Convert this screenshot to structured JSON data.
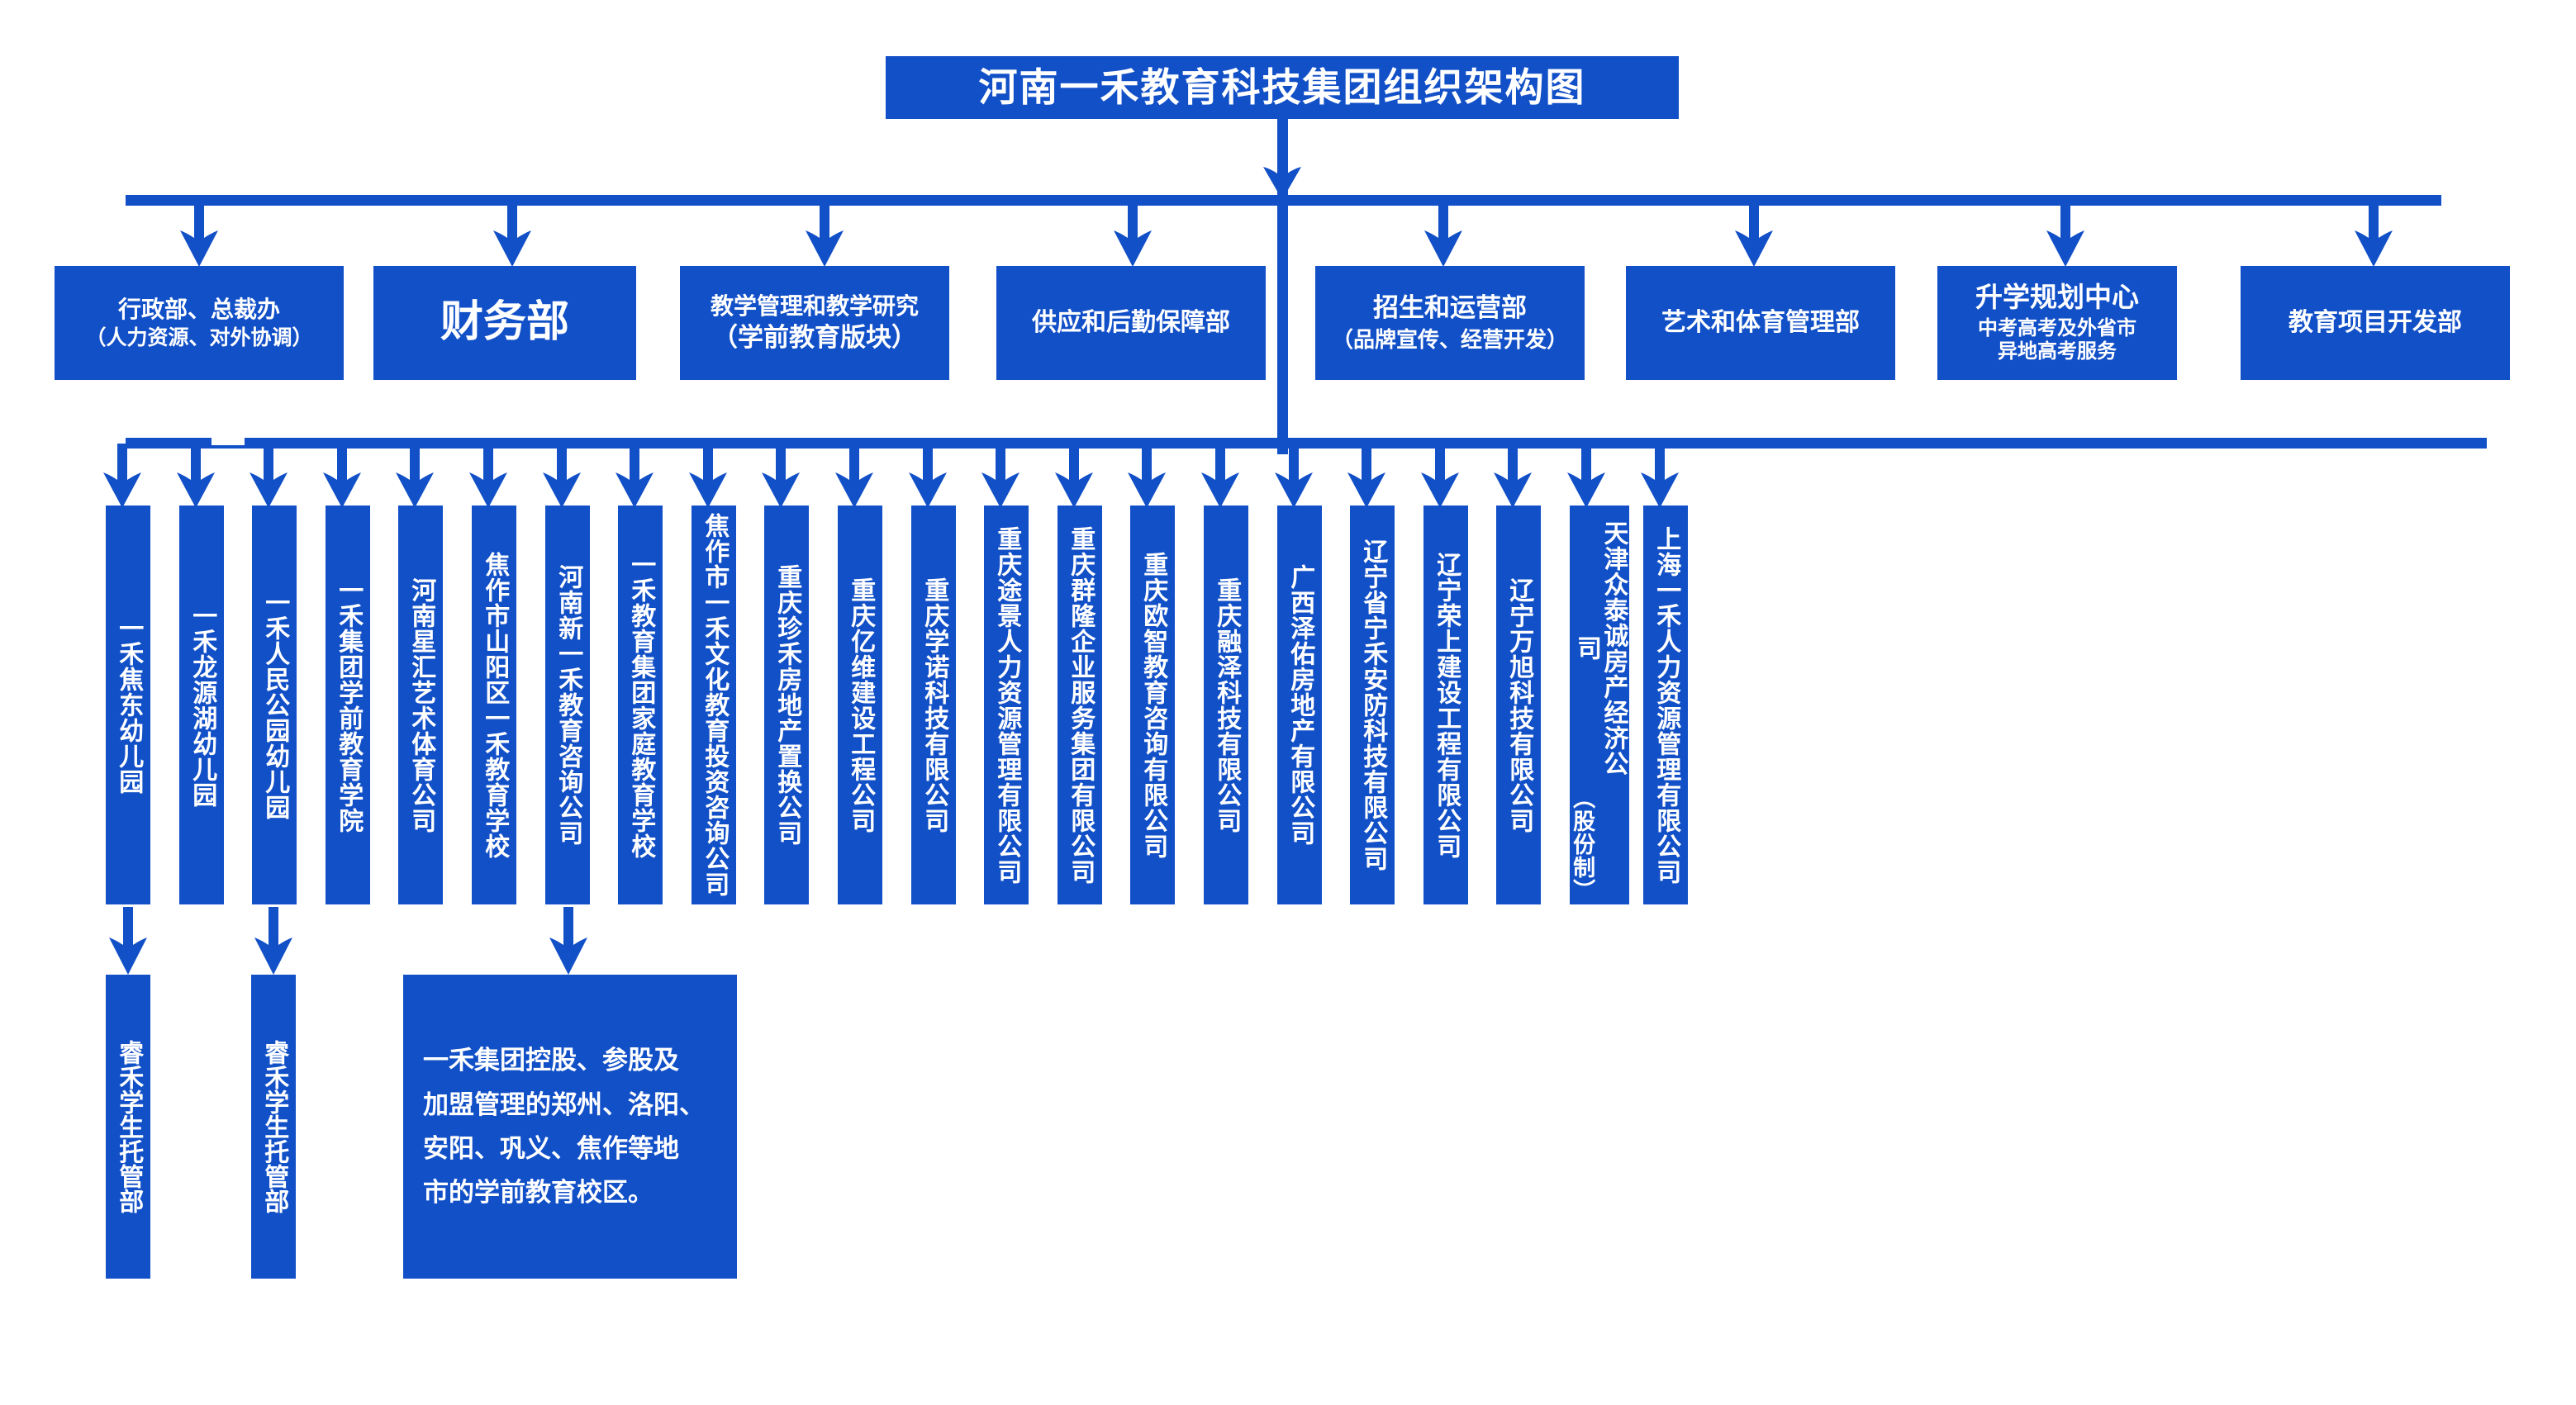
{
  "chart": {
    "title": "河南一禾教育科技集团组织架构图",
    "accent_color": "#1250c8",
    "background_color": "#ffffff",
    "text_color": "#ffffff"
  },
  "departments": [
    {
      "line1": "行政部、总裁办",
      "line2": "（人力资源、对外协调）"
    },
    {
      "line1": "财务部",
      "line2": ""
    },
    {
      "line1": "教学管理和教学研究",
      "line2": "（学前教育版块）"
    },
    {
      "line1": "供应和后勤保障部",
      "line2": ""
    },
    {
      "line1": "招生和运营部",
      "line2": "（品牌宣传、经营开发）"
    },
    {
      "line1": "艺术和体育管理部",
      "line2": ""
    },
    {
      "line1": "升学规划中心",
      "line2": "中考高考及外省市\n异地高考服务"
    },
    {
      "line1": "教育项目开发部",
      "line2": ""
    }
  ],
  "subsidiaries": [
    {
      "name": "一禾焦东幼儿园"
    },
    {
      "name": "一禾龙源湖幼儿园"
    },
    {
      "name": "一禾人民公园幼儿园"
    },
    {
      "name": "一禾集团学前教育学院"
    },
    {
      "name": "河南星汇艺术体育公司"
    },
    {
      "name": "焦作市山阳区一禾教育学校"
    },
    {
      "name": "河南新一禾教育咨询公司"
    },
    {
      "name": "一禾教育集团家庭教育学校"
    },
    {
      "name": "焦作市一禾文化教育投资咨询公司"
    },
    {
      "name": "重庆珍禾房地产置换公司"
    },
    {
      "name": "重庆亿维建设工程公司"
    },
    {
      "name": "重庆学诺科技有限公司"
    },
    {
      "name": "重庆途景人力资源管理有限公司"
    },
    {
      "name": "重庆群隆企业服务集团有限公司"
    },
    {
      "name": "重庆欧智教育咨询有限公司"
    },
    {
      "name": "重庆融泽科技有限公司"
    },
    {
      "name": "广西泽佑房地产有限公司"
    },
    {
      "name": "辽宁省宁禾安防科技有限公司"
    },
    {
      "name": "辽宁荣上建设工程有限公司"
    },
    {
      "name": "辽宁万旭科技有限公司"
    },
    {
      "name": "天津众泰诚房产经济公司",
      "name2": "（股份制）"
    },
    {
      "name": "上海一禾人力资源管理有限公司"
    }
  ],
  "bottom": {
    "items": [
      {
        "name": "睿禾学生托管部"
      },
      {
        "name": "睿禾学生托管部"
      }
    ],
    "note": {
      "l1": "一禾集团控股、参股及",
      "l2": "加盟管理的郑州、洛阳、",
      "l3": "安阳、巩义、焦作等地",
      "l4": "市的学前教育校区。"
    }
  }
}
